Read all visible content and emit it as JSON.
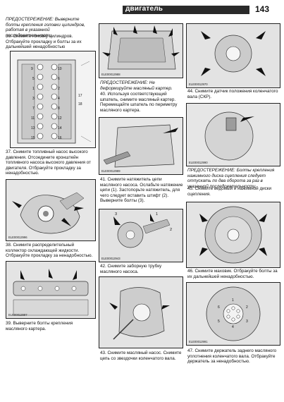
{
  "header": {
    "title": "двигатель",
    "page_number": "143"
  },
  "col1": {
    "warning_top": "ПРЕДОСТЕРЕЖЕНИЕ: Выверните болты крепления головки цилиндров, работая в указанной последовательности.",
    "step36": "36. Снимите головку цилиндров. Отбракуйте прокладку и болты за их дальнейшей ненадобностью",
    "step37": "37. Снимите топливный насос высокого давления. Отсоедините кронштейн топливного насоса высокого давления от двигателя. Отбракуйте прокладку за ненадобностью.",
    "step38": "38. Снимите распределительный коллектор охлаждающей жидкости. Отбракуйте прокладку за ненадобностью.",
    "step39": "39. Выверните болты крепления масляного картера.",
    "codes": [
      "ELE00012996",
      "ELE00012997"
    ],
    "bolt_numbers": [
      "9",
      "10",
      "5",
      "6",
      "1",
      "2",
      "3",
      "4",
      "7",
      "8",
      "11",
      "12",
      "13",
      "14",
      "15",
      "16",
      "17",
      "18"
    ]
  },
  "col2": {
    "warning": "ПРЕДОСТЕРЕЖЕНИЕ: Не деформируйте масляный картер.",
    "step40": "40. Используя соответствующий шпатель, снимите масляный картер. Перемещайте шпатель по периметру масляного картера.",
    "step41": "41. Снимите натяжитель цепи масляного насоса. Ослабьте натяжение цепи (1). Застопорьте натяжитель, для чего следует вставить штифт (2). Выверните болты (3).",
    "step42": "42. Снимите заборную трубку масляного насоса.",
    "step43": "43. Снимите масляный насос. Снимите цепь со звездочки коленчатого вала.",
    "codes": [
      "ELE00012988",
      "ELE00012989",
      "ELE00012943"
    ],
    "callouts": [
      "1",
      "2",
      "3"
    ]
  },
  "col3": {
    "step44": "44. Снимите датчик положения коленчатого вала (СКР).",
    "warning": "ПРЕДОСТЕРЕЖЕНИЕ: Болты крепления нажимного диска сцепления следует отпускать по два оборота за раз в указанной последовательности.",
    "step45": "45. Снимите ведомый и нажимной диски сцепления.",
    "step46": "46. Снимите маховик. Отбракуйте болты за их дальнейшей ненадобностью.",
    "step47": "47. Снимите держатель заднего масляного уплотнения коленчатого вала. Отбракуйте держатель за ненадобностью.",
    "codes": [
      "ELE00012970",
      "ELE00012990",
      "ELE00012991"
    ],
    "flywheel_numbers": [
      "1",
      "2",
      "3",
      "4",
      "5",
      "6"
    ]
  }
}
